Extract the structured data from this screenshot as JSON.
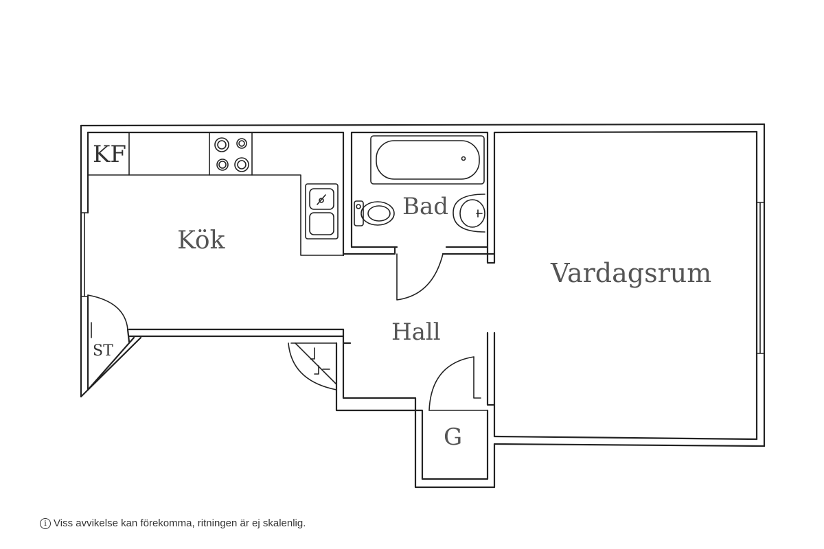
{
  "rooms": {
    "kok": "Kök",
    "bad": "Bad",
    "vardagsrum": "Vardagsrum",
    "hall": "Hall",
    "g": "G",
    "kf": "KF",
    "st": "ST"
  },
  "footer": {
    "info_icon": "i",
    "disclaimer": "Viss avvikelse kan förekomma, ritningen är ej skalenlig."
  },
  "icons": [
    "info-icon",
    "stove-icon",
    "sink-icon",
    "bathtub-icon",
    "toilet-icon",
    "washbasin-icon",
    "door-swing-icon",
    "stairs-icon"
  ]
}
